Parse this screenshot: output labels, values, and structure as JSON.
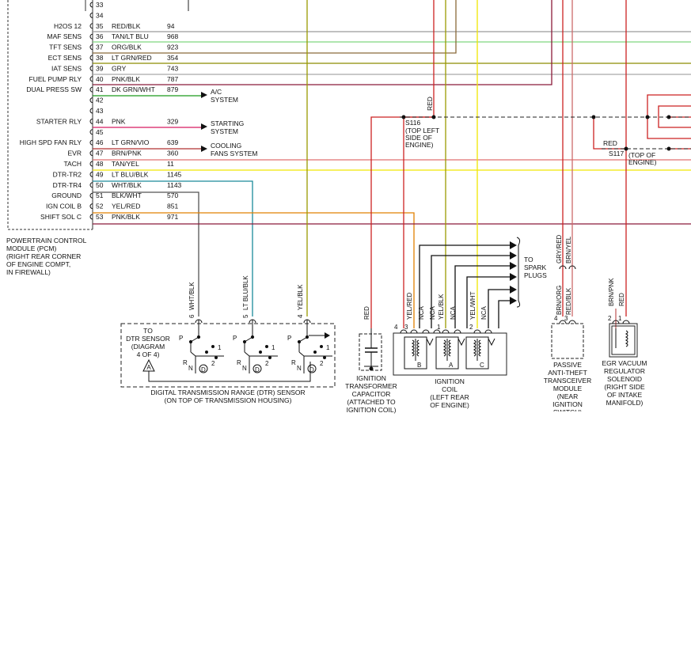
{
  "pcm": {
    "pins": [
      {
        "pin": "33",
        "name": "",
        "color": "",
        "circuit": "",
        "wire": ""
      },
      {
        "pin": "34",
        "name": "",
        "color": "",
        "circuit": "",
        "wire": ""
      },
      {
        "pin": "35",
        "name": "H2OS 12",
        "color": "RED/BLK",
        "circuit": "94",
        "wire": "#9a9a9a"
      },
      {
        "pin": "36",
        "name": "MAF SENS",
        "color": "TAN/LT BLU",
        "circuit": "968",
        "wire": "#7fd67f"
      },
      {
        "pin": "37",
        "name": "TFT SENS",
        "color": "ORG/BLK",
        "circuit": "923",
        "wire": "#8a6a3a"
      },
      {
        "pin": "38",
        "name": "ECT SENS",
        "color": "LT GRN/RED",
        "circuit": "354",
        "wire": "#8c8c00"
      },
      {
        "pin": "39",
        "name": "IAT SENS",
        "color": "GRY",
        "circuit": "743",
        "wire": "#a9a9a9"
      },
      {
        "pin": "40",
        "name": "FUEL PUMP RLY",
        "color": "PNK/BLK",
        "circuit": "787",
        "wire": "#8b1a3a"
      },
      {
        "pin": "41",
        "name": "DUAL PRESS SW",
        "color": "DK GRN/WHT",
        "circuit": "879",
        "wire": "#1a9a1a"
      },
      {
        "pin": "42",
        "name": "",
        "color": "",
        "circuit": "",
        "wire": ""
      },
      {
        "pin": "43",
        "name": "",
        "color": "",
        "circuit": "",
        "wire": ""
      },
      {
        "pin": "44",
        "name": "STARTER RLY",
        "color": "PNK",
        "circuit": "329",
        "wire": "#d81b60"
      },
      {
        "pin": "45",
        "name": "",
        "color": "",
        "circuit": "",
        "wire": ""
      },
      {
        "pin": "46",
        "name": "HIGH SPD FAN RLY",
        "color": "LT GRN/VIO",
        "circuit": "639",
        "wire": ""
      },
      {
        "pin": "47",
        "name": "EVR",
        "color": "BRN/PNK",
        "circuit": "360",
        "wire": "#b03030"
      },
      {
        "pin": "48",
        "name": "TACH",
        "color": "TAN/YEL",
        "circuit": "11",
        "wire": "#e07070"
      },
      {
        "pin": "49",
        "name": "DTR-TR2",
        "color": "LT BLU/BLK",
        "circuit": "1145",
        "wire": "#f2e600"
      },
      {
        "pin": "50",
        "name": "DTR-TR4",
        "color": "WHT/BLK",
        "circuit": "1143",
        "wire": "#1a8a9a"
      },
      {
        "pin": "51",
        "name": "GROUND",
        "color": "BLK/WHT",
        "circuit": "570",
        "wire": "#555555"
      },
      {
        "pin": "52",
        "name": "IGN COIL B",
        "color": "YEL/RED",
        "circuit": "851",
        "wire": "#e08000"
      },
      {
        "pin": "53",
        "name": "SHIFT SOL C",
        "color": "PNK/BLK",
        "circuit": "971",
        "wire": "#8b1a3a"
      }
    ],
    "label": [
      "POWERTRAIN CONTROL",
      "MODULE (PCM)",
      "(RIGHT REAR CORNER",
      "OF ENGINE COMPT,",
      "IN FIREWALL)"
    ]
  },
  "destinations": {
    "ac": [
      "A/C",
      "SYSTEM"
    ],
    "starting": [
      "STARTING",
      "SYSTEM"
    ],
    "cooling": [
      "COOLING",
      "FANS SYSTEM"
    ]
  },
  "dtr": {
    "wires": [
      {
        "pin": "6",
        "color": "WHT/BLK"
      },
      {
        "pin": "5",
        "color": "LT BLU/BLK"
      },
      {
        "pin": "4",
        "color": "YEL/BLK"
      }
    ],
    "to_label": [
      "TO",
      "DTR SENSOR",
      "(DIAGRAM",
      "4 OF 4)"
    ],
    "ref_symbol": "A",
    "switch_letters": [
      "P",
      "R",
      "N",
      "D",
      "1",
      "2"
    ],
    "label": [
      "DIGITAL TRANSMISSION RANGE (DTR) SENSOR",
      "(ON TOP OF TRANSMISSION HOUSING)"
    ]
  },
  "capacitor": {
    "wire": "RED",
    "label": [
      "IGNITION",
      "TRANSFORMER",
      "CAPACITOR",
      "(ATTACHED TO",
      "IGNITION COIL)"
    ]
  },
  "coil": {
    "wires": [
      "RED",
      "YEL/RED",
      "NCA",
      "NCA",
      "YEL/BLK",
      "NCA",
      "YEL/WHT",
      "NCA"
    ],
    "pins": [
      "4",
      "3",
      "1",
      "2"
    ],
    "sections": [
      "B",
      "A",
      "C"
    ],
    "label": [
      "IGNITION",
      "COIL",
      "(LEFT REAR",
      "OF ENGINE)"
    ],
    "spark_label": [
      "TO",
      "SPARK",
      "PLUGS"
    ]
  },
  "splices": {
    "s116": {
      "id": "S116",
      "wire": "RED",
      "loc": [
        "(TOP LEFT",
        "SIDE OF",
        "ENGINE)"
      ]
    },
    "s117": {
      "id": "S117",
      "wire": "RED",
      "loc": [
        "(TOP OF",
        "ENGINE)"
      ]
    }
  },
  "pats": {
    "wires": [
      "GRY/RED",
      "BRN/YEL"
    ],
    "pin_wires": [
      "BRN/ORG",
      "RED/BLK"
    ],
    "pins": [
      "4",
      "3"
    ],
    "label": [
      "PASSIVE",
      "ANTI-THEFT",
      "TRANSCEIVER",
      "MODULE",
      "(NEAR",
      "IGNITION",
      "SWITCH)"
    ]
  },
  "egr": {
    "pin_wires": [
      "BRN/PNK",
      "RED"
    ],
    "pins": [
      "2",
      "1"
    ],
    "label": [
      "EGR VACUUM",
      "REGULATOR",
      "SOLENOID",
      "(RIGHT SIDE",
      "OF INTAKE",
      "MANIFOLD)"
    ]
  }
}
